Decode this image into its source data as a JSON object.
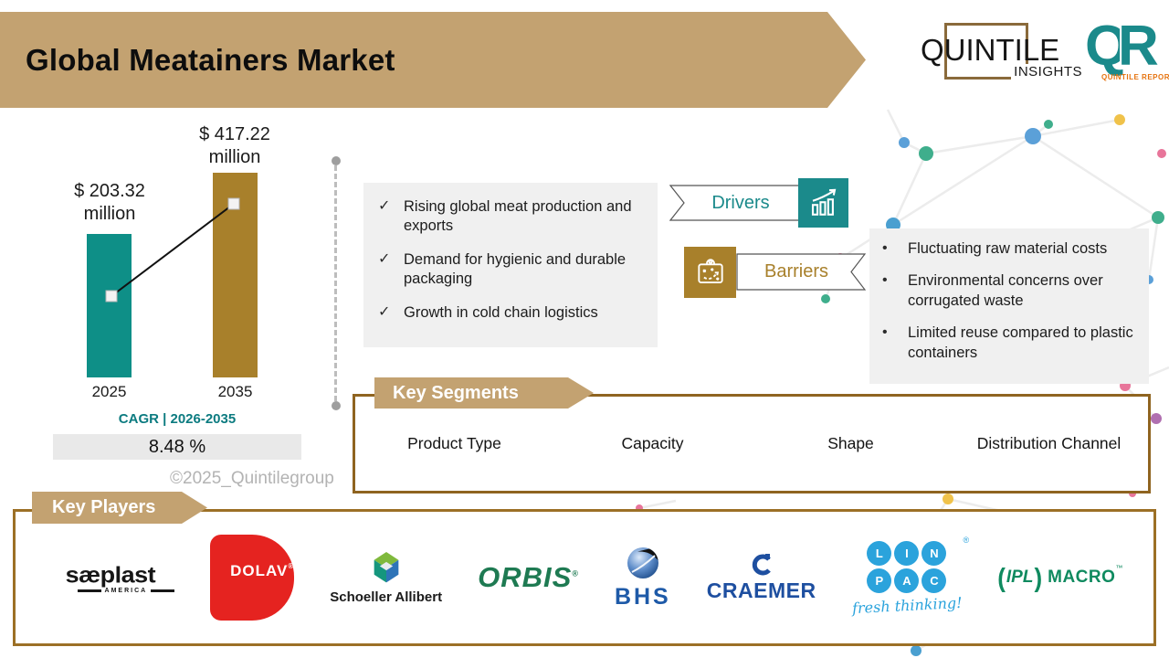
{
  "header": {
    "title": "Global Meatainers Market",
    "brand_insights": {
      "main": "QUINTILE",
      "sub": "INSIGHTS"
    },
    "brand_qr": {
      "q": "Q",
      "r": "R",
      "caption": "QUINTILE REPORTS"
    }
  },
  "chart_data": {
    "type": "bar",
    "title": "Global Meatainers Market size",
    "categories": [
      "2025",
      "2035"
    ],
    "values": [
      203.32,
      417.22
    ],
    "unit": "USD million",
    "value_labels": [
      "$ 203.32 million",
      "$ 417.22 million"
    ],
    "bar_colors": [
      "#0e8f87",
      "#a8802b"
    ],
    "trend_line": true,
    "legend": "none",
    "cagr_label": "CAGR | 2026-2035",
    "cagr_value": "8.48 %",
    "watermark": "©2025_Quintilegroup"
  },
  "drivers": {
    "label": "Drivers",
    "check_glyph": "✓",
    "items": [
      "Rising global meat production and exports",
      "Demand for hygienic and durable packaging",
      "Growth in cold chain logistics"
    ]
  },
  "barriers": {
    "label": "Barriers",
    "bullet_glyph": "•",
    "items": [
      "Fluctuating raw material costs",
      "Environmental concerns over corrugated waste",
      "Limited reuse compared to plastic containers"
    ]
  },
  "segments": {
    "label": "Key Segments",
    "items": [
      "Product Type",
      "Capacity",
      "Shape",
      "Distribution Channel"
    ]
  },
  "players": {
    "label": "Key Players",
    "logos": [
      {
        "name": "sæplast",
        "sub": "AMERICA"
      },
      {
        "name": "DOLAV",
        "mark": "®"
      },
      {
        "name": "Schoeller Allibert"
      },
      {
        "name": "ORBIS",
        "mark": "®"
      },
      {
        "name": "BHS"
      },
      {
        "name": "CRAEMER"
      },
      {
        "name": "LINPAC",
        "letters": [
          "L",
          "I",
          "N",
          "P",
          "A",
          "C"
        ],
        "mark": "®",
        "tagline": "fresh thinking!"
      },
      {
        "name": "IPL MACRO",
        "ipl": "IPL",
        "macro": "MACRO",
        "mark": "™"
      }
    ]
  },
  "colors": {
    "banner_tan": "#c3a271",
    "teal": "#0e8f87",
    "brown": "#a8802b",
    "box_border": "#8f6420",
    "list_bg": "#f0f0f0",
    "qr_orange": "#e6730f"
  }
}
